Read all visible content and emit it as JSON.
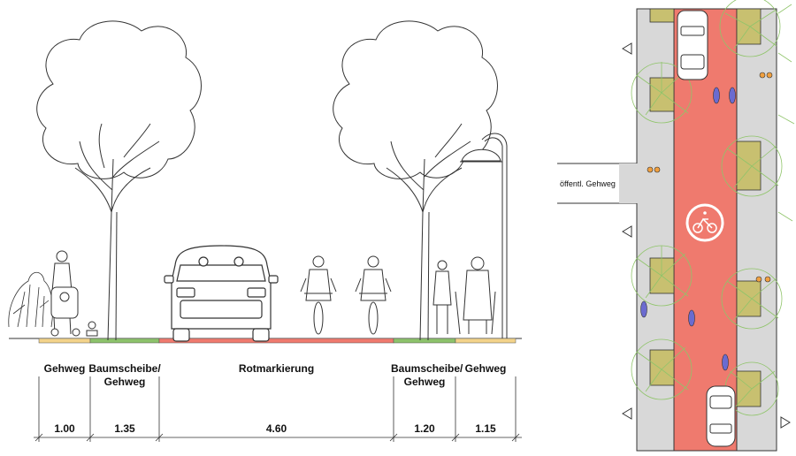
{
  "section": {
    "labels": [
      {
        "id": "gehweg-left",
        "text": "Gehweg"
      },
      {
        "id": "baumscheibe-left",
        "line1": "Baumscheibe/",
        "line2": "Gehweg"
      },
      {
        "id": "rotmarkierung",
        "text": "Rotmarkierung"
      },
      {
        "id": "baumscheibe-right",
        "line1": "Baumscheibe/",
        "line2": "Gehweg"
      },
      {
        "id": "gehweg-right",
        "text": "Gehweg"
      }
    ],
    "widths": [
      "1.00",
      "1.35",
      "4.60",
      "1.20",
      "1.15"
    ],
    "width_values_m": [
      1.0,
      1.35,
      4.6,
      1.2,
      1.15
    ]
  },
  "plan": {
    "side_street_label": "öffentl. Gehweg"
  },
  "colors": {
    "red_marking": "#ef7a6e",
    "green_strip": "#8cc26b",
    "yellow_strip": "#f3d38a",
    "sidewalk_grey": "#d8d8d8",
    "tree_pit_olive": "#c8c070",
    "tree_green": "#8fc46a",
    "line": "#333333"
  },
  "icons": [
    "tree",
    "bicycle",
    "car",
    "pedestrian",
    "lamp-post",
    "bicycle-street-sign",
    "arrow-left",
    "arrow-right"
  ]
}
